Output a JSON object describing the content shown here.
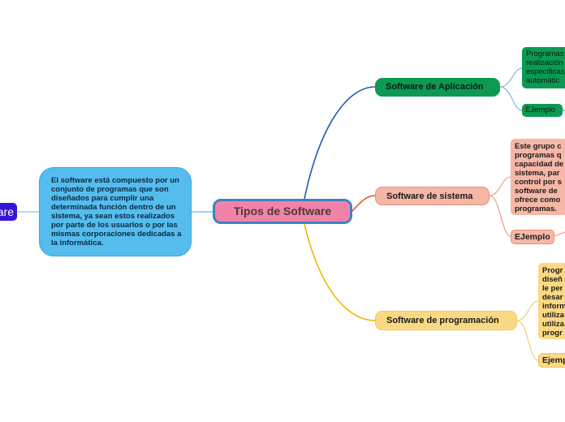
{
  "colors": {
    "central_border": "#3f82c4",
    "central_fill": "#f183a8",
    "description_fill": "#55bdee",
    "application_branch": "#0c9a52",
    "system_branch": "#f6b7a7",
    "programming_branch": "#fbd983",
    "left_stub": "#3a14d8",
    "link_application": "#1f5fb0",
    "link_system": "#e0542c",
    "link_programming": "#f4b400"
  },
  "left_stub": {
    "label": "are"
  },
  "central": {
    "title": "Tipos de Software"
  },
  "description": {
    "text": "El software está compuesto por un conjunto de programas que son diseñados para cumplir una determinada función dentro de un sistema, ya sean estos realizados por parte de los usuarios o por las mismas corporaciones dedicadas a la informática."
  },
  "branches": {
    "application": {
      "label": "Software de Aplicación",
      "description": "Programas\nrealización\nespecíficas\nautomátic",
      "example": "EJemplo"
    },
    "system": {
      "label": "Software de sistema",
      "description": "Este grupo c\nprogramas q\ncapacidad de\nsistema, par\ncontrol por s\nsoftware de \nofrece como\nprogramas.",
      "example": "EJemplo"
    },
    "programming": {
      "label": "Software de programación",
      "description": "Progr\ndiseñ\nle per\ndesar\ninform\nutiliza\nutiliza\nprogr",
      "example": "Ejemp"
    }
  }
}
